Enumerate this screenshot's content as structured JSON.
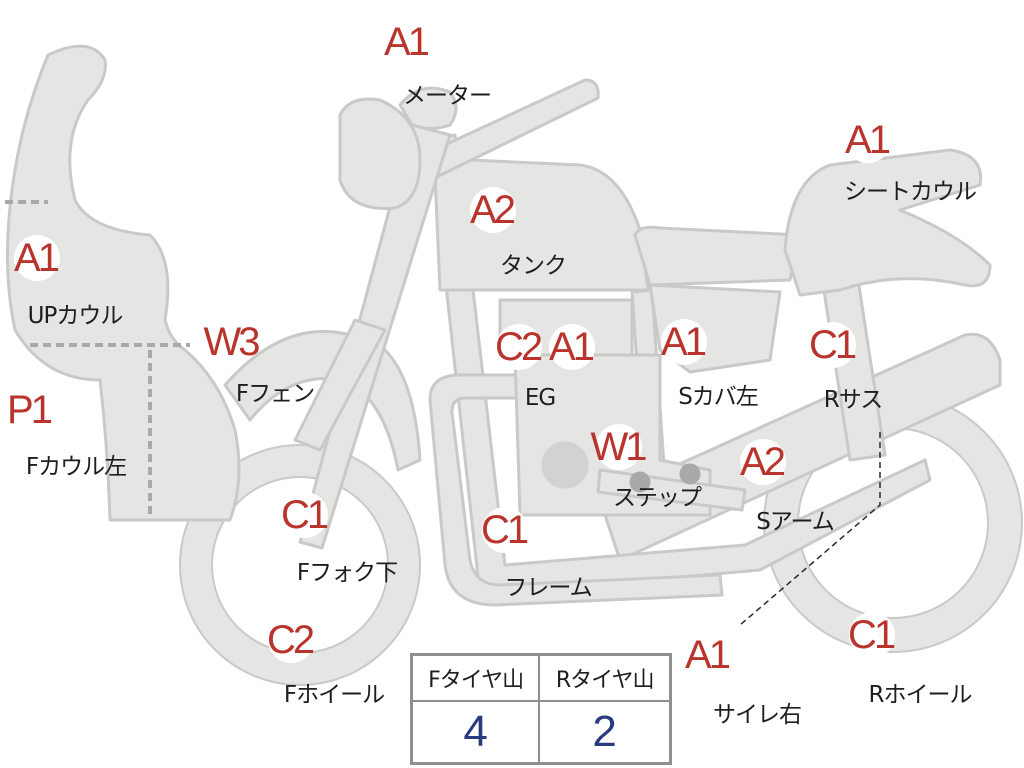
{
  "labels": {
    "meter": {
      "grade": "A1",
      "name": "メーター"
    },
    "tank": {
      "grade": "A2",
      "name": "タンク"
    },
    "seat_cowl": {
      "grade": "A1",
      "name": "シートカウル"
    },
    "up_cowl": {
      "grade": "A1",
      "name": "UPカウル"
    },
    "f_cowl_l": {
      "grade": "P1",
      "name": "Fカウル左"
    },
    "f_fender": {
      "grade": "W3",
      "name": "Fフェン"
    },
    "eg": {
      "grade_a": "C2",
      "grade_b": "A1",
      "name": "EG"
    },
    "s_cover_l": {
      "grade": "A1",
      "name": "Sカバ左"
    },
    "r_sus": {
      "grade": "C1",
      "name": "Rサス"
    },
    "step": {
      "grade": "W1",
      "name": "ステップ"
    },
    "s_arm": {
      "grade": "A2",
      "name": "Sアーム"
    },
    "f_fork_low": {
      "grade": "C1",
      "name": "Fフォク下"
    },
    "frame": {
      "grade": "C1",
      "name": "フレーム"
    },
    "f_wheel": {
      "grade": "C2",
      "name": "Fホイール"
    },
    "silencer_r": {
      "grade": "A1",
      "name": "サイレ右"
    },
    "r_wheel": {
      "grade": "C1",
      "name": "Rホイール"
    }
  },
  "tire_table": {
    "headers": [
      "Fタイヤ山",
      "Rタイヤ山"
    ],
    "values": [
      "4",
      "2"
    ]
  },
  "colors": {
    "part_fill": "#e5e5e3",
    "part_stroke": "#c9c9c7",
    "grade_text": "#b8342c",
    "value_text": "#2a3a80"
  }
}
